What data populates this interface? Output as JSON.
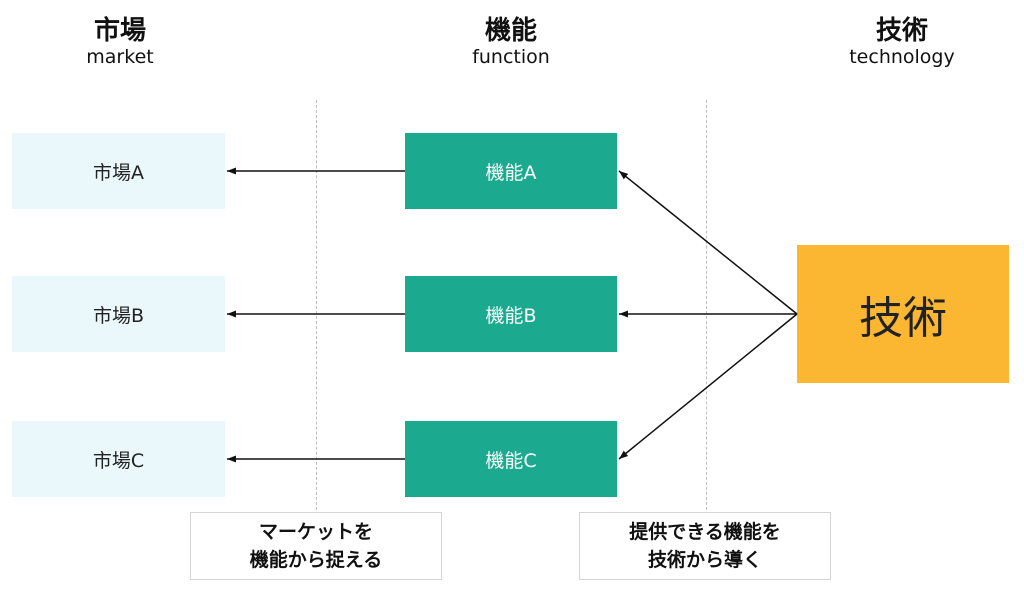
{
  "columns": {
    "market": {
      "title": "市場",
      "subtitle": "market"
    },
    "function": {
      "title": "機能",
      "subtitle": "function"
    },
    "technology": {
      "title": "技術",
      "subtitle": "technology"
    }
  },
  "markets": [
    "市場A",
    "市場B",
    "市場C"
  ],
  "functions": [
    "機能A",
    "機能B",
    "機能C"
  ],
  "technology_box": "技術",
  "notes": {
    "left": {
      "line1": "マーケットを",
      "line2": "機能から捉える"
    },
    "right": {
      "line1": "提供できる機能を",
      "line2": "技術から導く"
    }
  },
  "colors": {
    "market_fill": "#eaf8fc",
    "function_fill": "#1ba98f",
    "technology_fill": "#fbb731"
  }
}
